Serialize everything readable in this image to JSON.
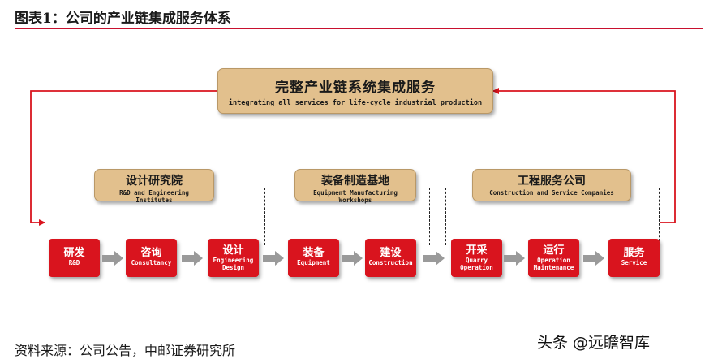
{
  "header": {
    "title": "图表1：公司的产业链集成服务体系",
    "source": "资料来源：公司公告，中邮证券研究所",
    "watermark": "头条 @远瞻智库"
  },
  "top_box": {
    "cn": "完整产业链系统集成服务",
    "en": "integrating all services for life-cycle industrial production"
  },
  "groups": [
    {
      "cn": "设计研究院",
      "en": "R&D and Engineering\nInstitutes"
    },
    {
      "cn": "装备制造基地",
      "en": "Equipment Manufacturing\nWorkshops"
    },
    {
      "cn": "工程服务公司",
      "en": "Construction and Service Companies"
    }
  ],
  "steps": [
    {
      "cn": "研发",
      "en": "R&D"
    },
    {
      "cn": "咨询",
      "en": "Consultancy"
    },
    {
      "cn": "设计",
      "en": "Engineering\nDesign"
    },
    {
      "cn": "装备",
      "en": "Equipment"
    },
    {
      "cn": "建设",
      "en": "Construction"
    },
    {
      "cn": "开采",
      "en": "Quarry\nOperation"
    },
    {
      "cn": "运行",
      "en": "Operation\nMaintenance"
    },
    {
      "cn": "服务",
      "en": "Service"
    }
  ],
  "colors": {
    "accent_red": "#d9141e",
    "rule_red": "#c8102e",
    "tan": "#e2c08d",
    "gray_arrow": "#9a9a9a"
  }
}
